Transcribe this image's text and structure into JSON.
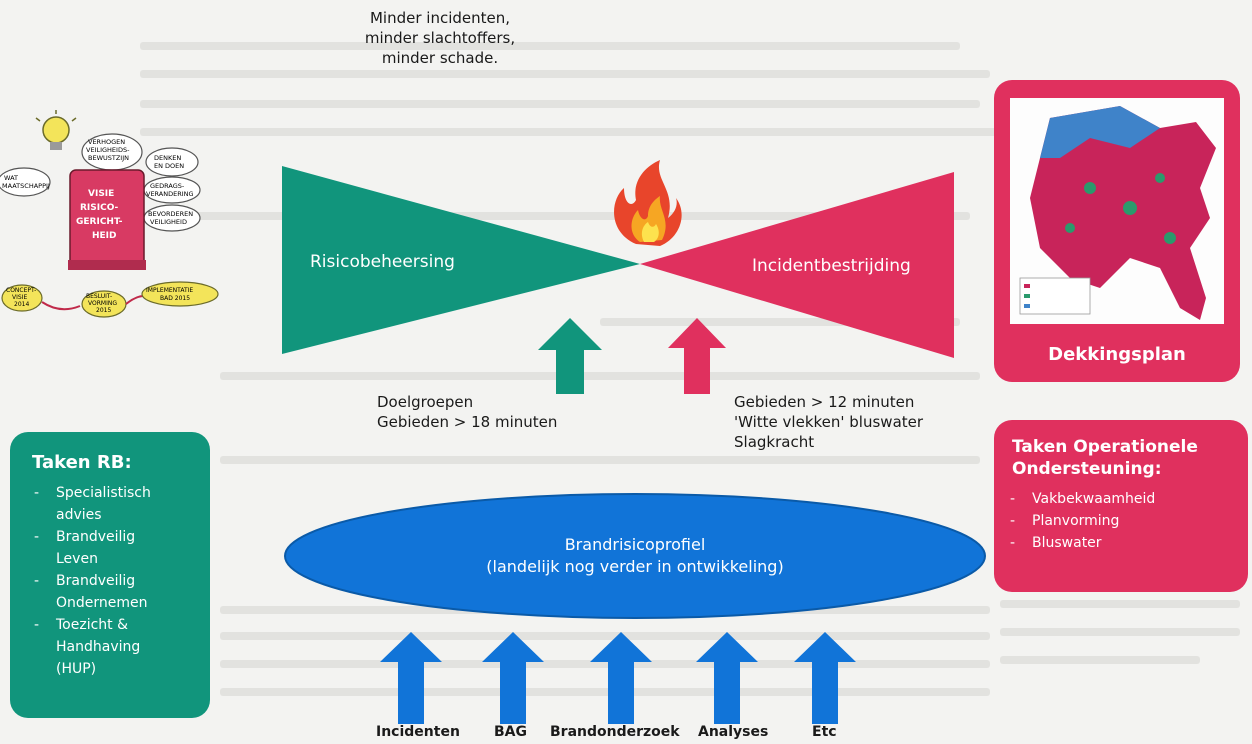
{
  "goal": {
    "lines": [
      "Minder incidenten,",
      "minder slachtoffers,",
      "minder schade."
    ]
  },
  "bowtie": {
    "left_label": "Risicobeheersing",
    "right_label": "Incidentbestrijding",
    "left_color": "#11957c",
    "right_color": "#e0305e"
  },
  "captions": {
    "left": [
      "Doelgroepen",
      "Gebieden > 18 minuten"
    ],
    "right": [
      "Gebieden > 12 minuten",
      "'Witte vlekken' bluswater",
      "Slagkracht"
    ]
  },
  "dekkingsplan": {
    "title": "Dekkingsplan"
  },
  "ops": {
    "title_lines": [
      "Taken Operationele",
      "Ondersteuning:"
    ],
    "items": [
      "Vakbekwaamheid",
      "Planvorming",
      "Bluswater"
    ]
  },
  "rb": {
    "title": "Taken RB:",
    "items": [
      [
        "Specialistisch",
        "advies"
      ],
      [
        "Brandveilig",
        "Leven"
      ],
      [
        "Brandveilig",
        "Ondernemen"
      ],
      [
        "Toezicht &",
        "Handhaving",
        "(HUP)"
      ]
    ]
  },
  "profile": {
    "lines": [
      "Brandrisicoprofiel",
      "(landelijk nog verder in ontwikkeling)"
    ],
    "color": "#1174d8"
  },
  "inputs": [
    "Incidenten",
    "BAG",
    "Brandonderzoek",
    "Analyses",
    "Etc"
  ],
  "sketch": {
    "labels": [
      "VISIE",
      "RISICO-",
      "GERICHT-",
      "HEID",
      "CONCEPT-",
      "VISIE",
      "2014",
      "BESLUIT-",
      "VORMING",
      "2015",
      "IMPLEMENTATIE",
      "BAD 2015",
      "WAT",
      "MAATSCHAPPIJ",
      "VERHOGEN",
      "VEILIGHEIDS-",
      "BEWUSTZIJN",
      "DENKEN",
      "EN DOEN",
      "GEDRAGS-",
      "VERANDERING",
      "BEVORDEREN",
      "VEILIGHEID"
    ]
  }
}
